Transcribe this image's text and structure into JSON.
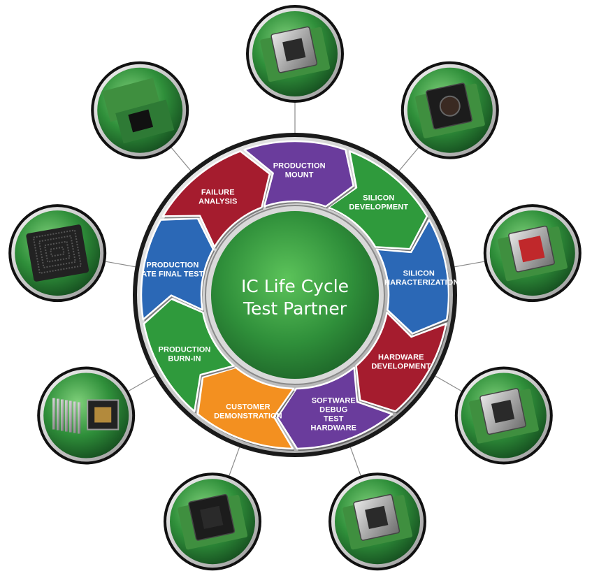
{
  "hub": {
    "title_lines": [
      "IC Life Cycle",
      "Test Partner"
    ]
  },
  "colors": {
    "green": "#2f9a3c",
    "blue": "#2b68b6",
    "red": "#a51c2e",
    "purple": "#6a3c9c",
    "orange": "#f39020",
    "hub_green": "#2f8f3a",
    "badge_rim": "#1f6e2b"
  },
  "stages": [
    {
      "lines": [
        "SILICON",
        "DEVELOPMENT"
      ],
      "color": "green"
    },
    {
      "lines": [
        "SILICON",
        "CHARACTERIZATION"
      ],
      "color": "blue"
    },
    {
      "lines": [
        "HARDWARE",
        "DEVELOPMENT"
      ],
      "color": "red"
    },
    {
      "lines": [
        "SOFTWARE",
        "DEBUG",
        "TEST",
        "HARDWARE"
      ],
      "color": "purple"
    },
    {
      "lines": [
        "CUSTOMER",
        "DEMONSTRATION"
      ],
      "color": "orange"
    },
    {
      "lines": [
        "PRODUCTION",
        "BURN-IN"
      ],
      "color": "green"
    },
    {
      "lines": [
        "PRODUCTION",
        "ATE FINAL TEST"
      ],
      "color": "blue"
    },
    {
      "lines": [
        "FAILURE",
        "ANALYSIS"
      ],
      "color": "red"
    },
    {
      "lines": [
        "PRODUCTION",
        "MOUNT"
      ],
      "color": "purple"
    }
  ],
  "photo_badges": [
    {
      "icon": "clamshell-socket-icon"
    },
    {
      "icon": "socket-with-lens-icon"
    },
    {
      "icon": "red-pcb-socket-icon"
    },
    {
      "icon": "socket-parts-icon"
    },
    {
      "icon": "open-lid-socket-icon"
    },
    {
      "icon": "black-clamshell-socket-icon"
    },
    {
      "icon": "heatsink-socket-icon"
    },
    {
      "icon": "bga-footprint-icon"
    },
    {
      "icon": "adapter-boards-icon"
    }
  ]
}
